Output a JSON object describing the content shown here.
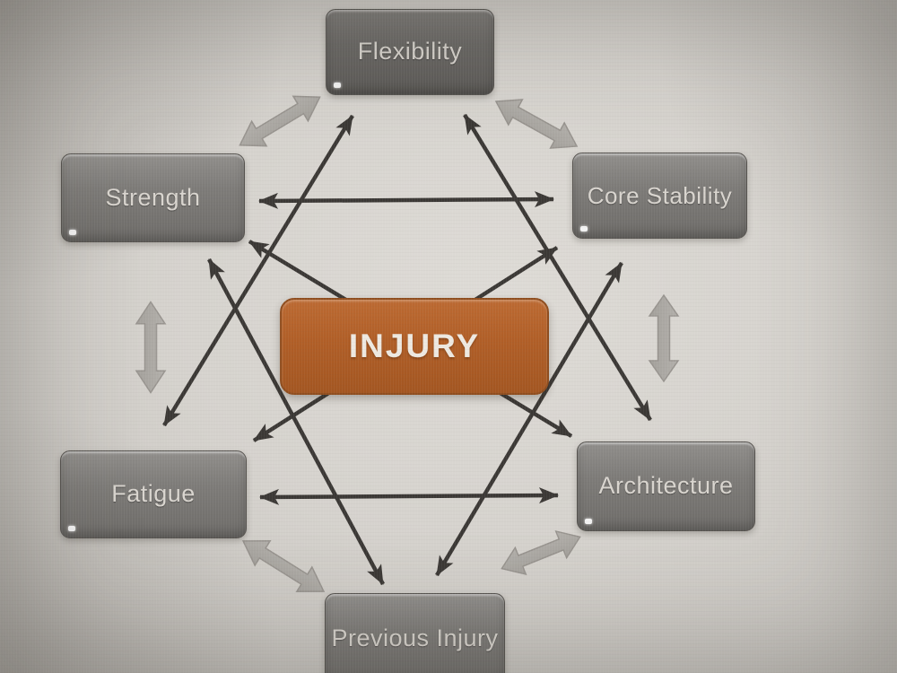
{
  "diagram": {
    "title_hint": "injury-factor-interaction-diagram",
    "center": {
      "label": "INJURY"
    },
    "nodes": [
      {
        "id": "flexibility",
        "label": "Flexibility",
        "position": "top"
      },
      {
        "id": "strength",
        "label": "Strength",
        "position": "upper-left"
      },
      {
        "id": "core-stability",
        "label": "Core Stability",
        "position": "upper-right"
      },
      {
        "id": "fatigue",
        "label": "Fatigue",
        "position": "lower-left"
      },
      {
        "id": "architecture",
        "label": "Architecture",
        "position": "lower-right"
      },
      {
        "id": "previous-injury",
        "label": "Previous Injury",
        "position": "bottom"
      }
    ],
    "links": {
      "adjacent_double_arrows_light": [
        [
          "Flexibility",
          "Strength"
        ],
        [
          "Flexibility",
          "Core Stability"
        ],
        [
          "Strength",
          "Fatigue"
        ],
        [
          "Core Stability",
          "Architecture"
        ],
        [
          "Fatigue",
          "Previous Injury"
        ],
        [
          "Architecture",
          "Previous Injury"
        ]
      ],
      "cross_double_arrows_dark": [
        [
          "Strength",
          "Core Stability"
        ],
        [
          "Fatigue",
          "Architecture"
        ],
        [
          "Flexibility",
          "Fatigue"
        ],
        [
          "Flexibility",
          "Architecture"
        ],
        [
          "Strength",
          "Previous Injury"
        ],
        [
          "Core Stability",
          "Previous Injury"
        ],
        [
          "Strength",
          "Architecture"
        ],
        [
          "Fatigue",
          "Core Stability"
        ]
      ]
    },
    "colors": {
      "injury_box": "#b05e27",
      "factor_box": "#7b7875",
      "dark_arrow": "#3b3835",
      "light_arrow": "#b5b2ad",
      "background": "#d5d2cd",
      "box_text": "#d9d5cf",
      "injury_text": "#eee9e1"
    }
  }
}
